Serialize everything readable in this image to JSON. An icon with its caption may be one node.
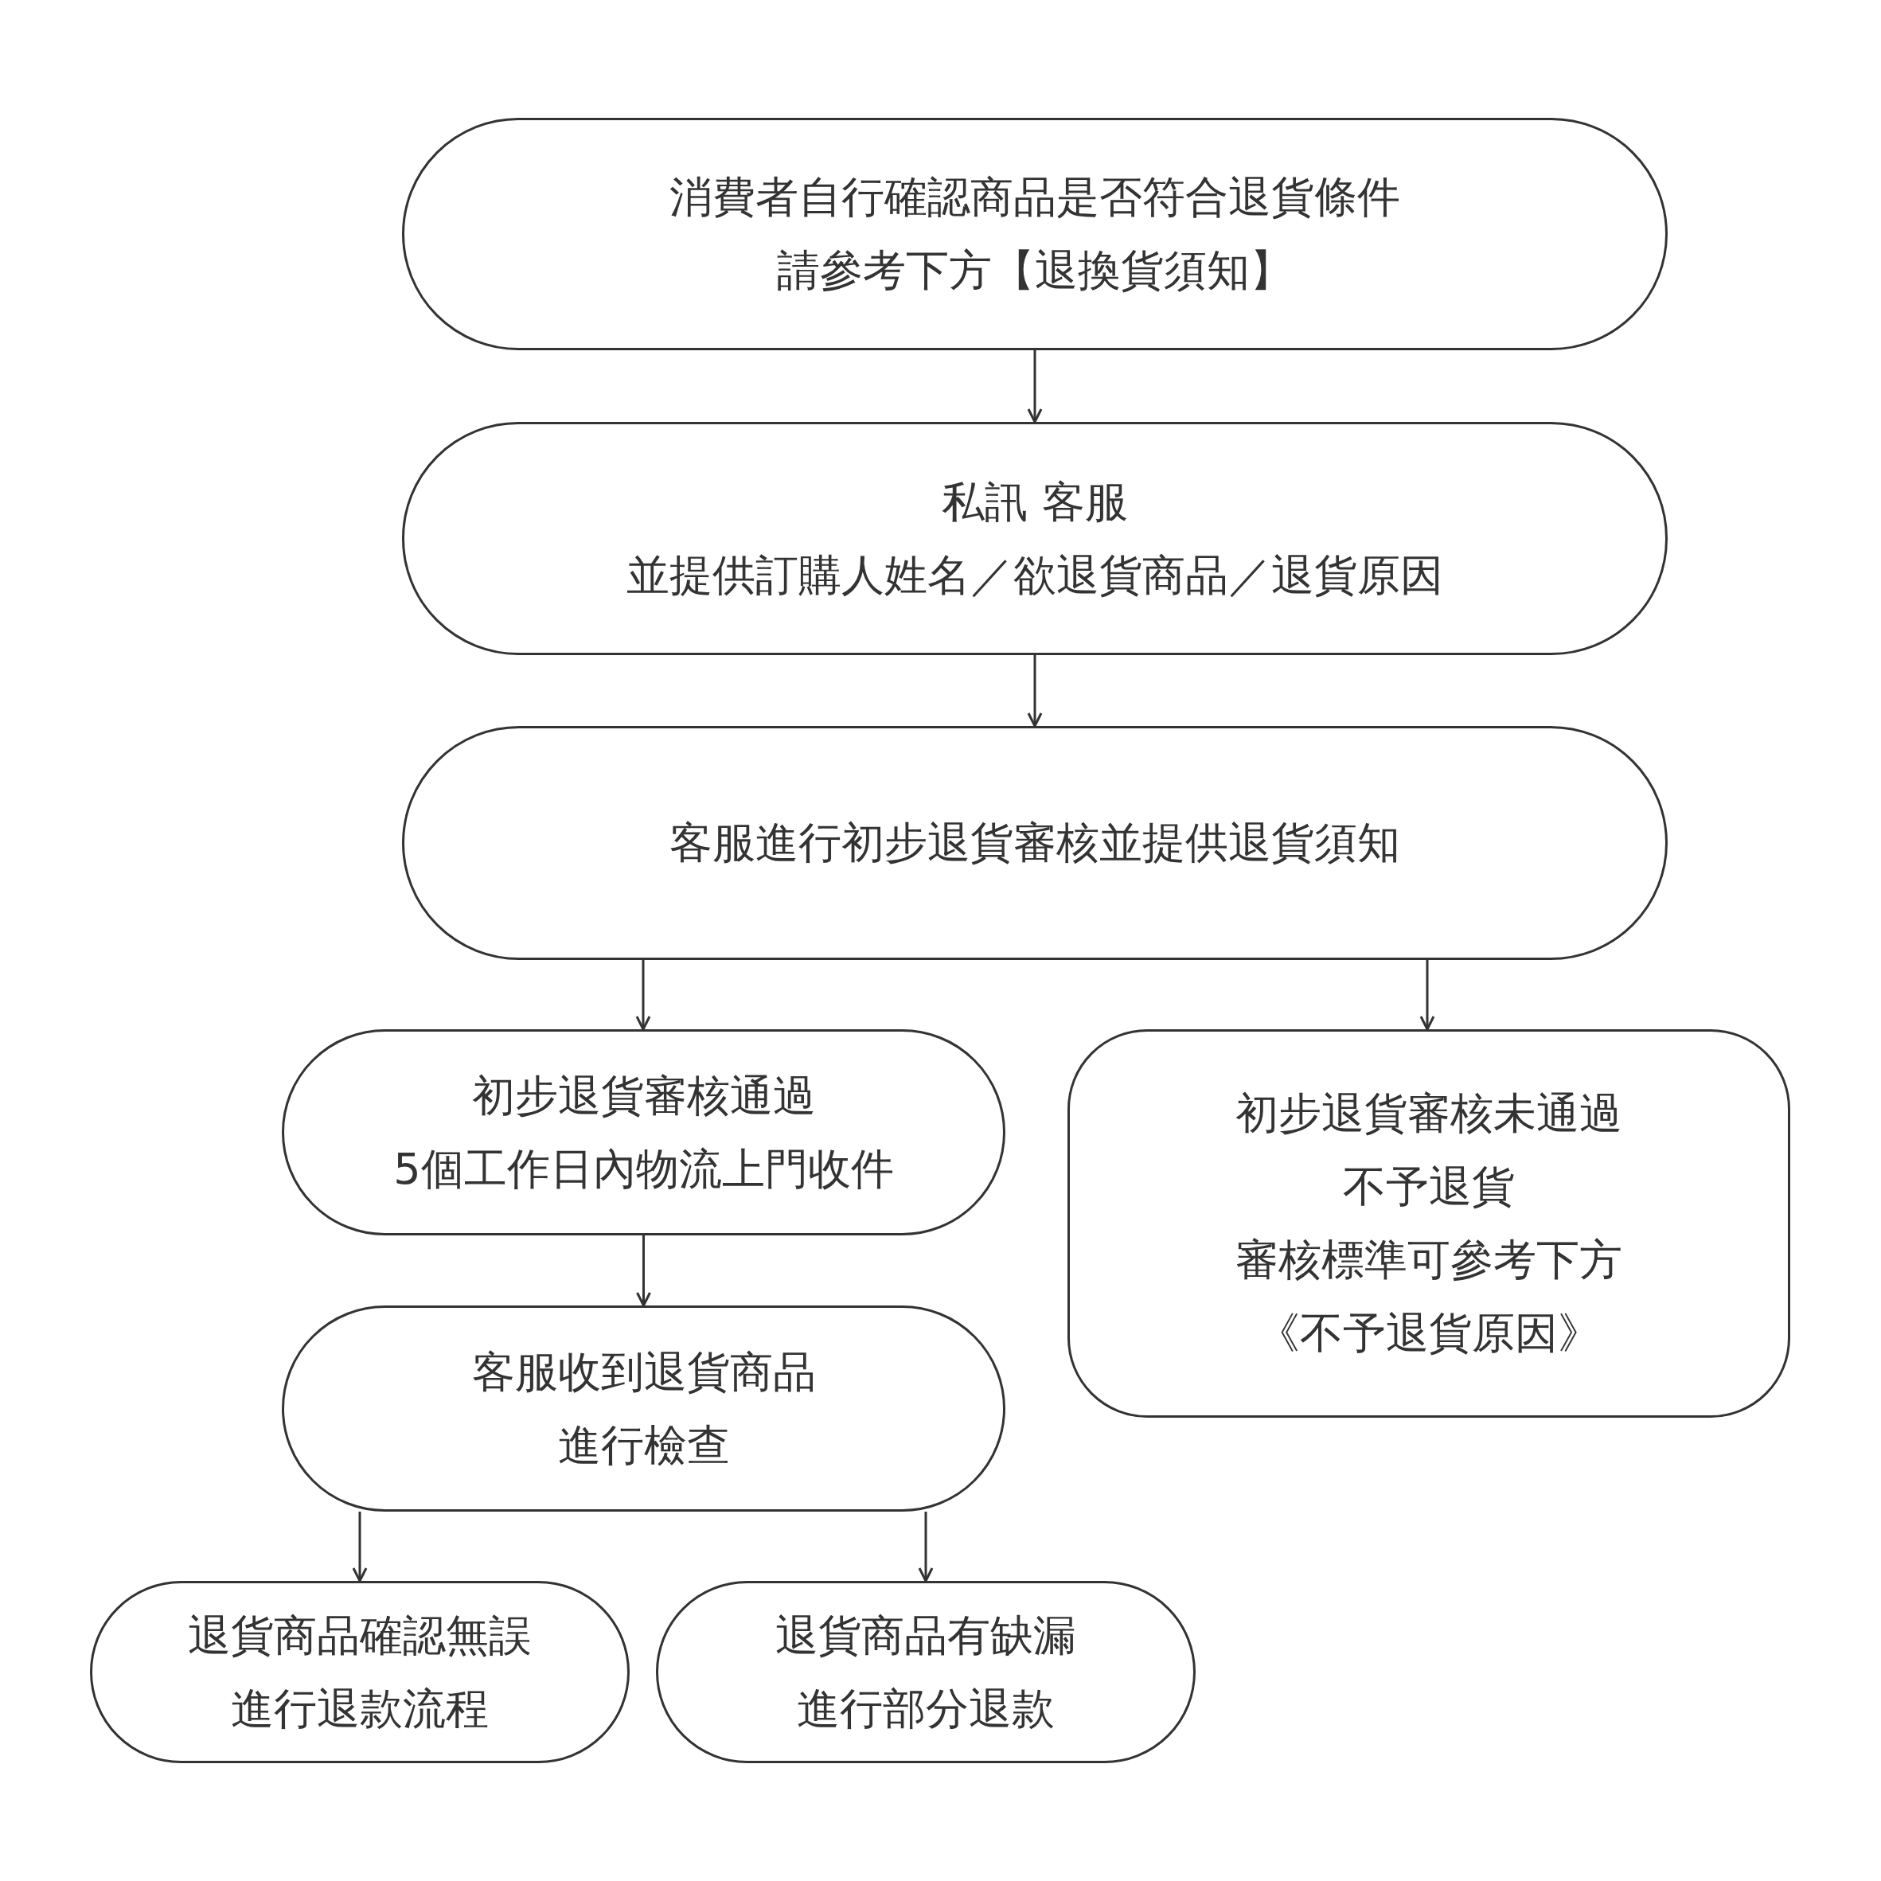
{
  "diagram": {
    "nodes": [
      {
        "text": [
          "消費者自行確認商品是否符合退貨條件",
          "請參考下方【退換貨須知】"
        ]
      },
      {
        "text": [
          "私訊 客服",
          "並提供訂購人姓名／欲退貨商品／退貨原因"
        ]
      },
      {
        "text": [
          "客服進行初步退貨審核並提供退貨須知"
        ]
      },
      {
        "text": [
          "初步退貨審核通過",
          "5個工作日內物流上門收件"
        ]
      },
      {
        "text": [
          "初步退貨審核未通過",
          "不予退貨",
          "審核標準可參考下方",
          "《不予退貨原因》"
        ]
      },
      {
        "text": [
          "客服收到退貨商品",
          "進行檢查"
        ]
      },
      {
        "text": [
          "退貨商品確認無誤",
          "進行退款流程"
        ]
      },
      {
        "text": [
          "退貨商品有缺漏",
          "進行部分退款"
        ]
      }
    ],
    "edges": [
      {
        "from": 0,
        "to": 1,
        "arrow": "to"
      },
      {
        "from": 1,
        "to": 2,
        "arrow": "to"
      },
      {
        "from": 2,
        "to": 3,
        "arrow": "to"
      },
      {
        "from": 2,
        "to": 4,
        "arrow": "to"
      },
      {
        "from": 3,
        "to": 5,
        "arrow": "to"
      },
      {
        "from": 5,
        "to": 6,
        "arrow": "to"
      },
      {
        "from": 5,
        "to": 7,
        "arrow": "to"
      }
    ]
  }
}
